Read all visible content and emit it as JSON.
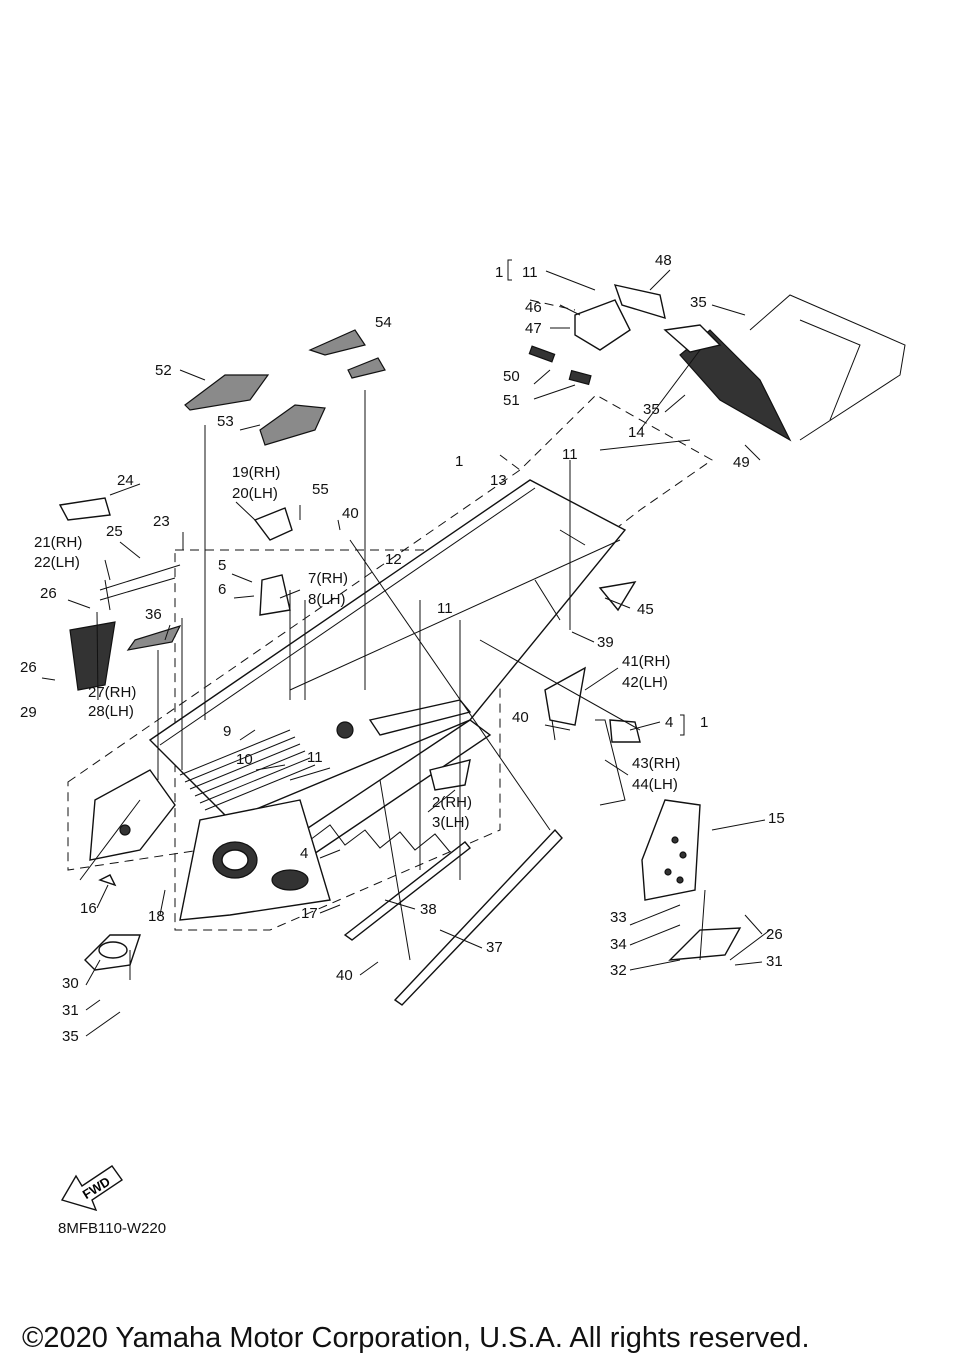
{
  "diagram_code": "8MFB110-W220",
  "copyright": "©2020 Yamaha Motor Corporation, U.S.A. All rights reserved.",
  "fwd_label": "FWD",
  "callouts": {
    "c1": "1",
    "c1b": "1",
    "c1c": "1",
    "c2": "2(RH)",
    "c3": "3(LH)",
    "c4a": "4",
    "c4b": "4",
    "c5": "5",
    "c6": "6",
    "c7": "7(RH)",
    "c8": "8(LH)",
    "c9": "9",
    "c10": "10",
    "c11a": "11",
    "c11b": "11",
    "c11c": "11",
    "c11d": "11",
    "c12": "12",
    "c13": "13",
    "c14": "14",
    "c15": "15",
    "c16": "16",
    "c17": "17",
    "c18": "18",
    "c19": "19(RH)",
    "c20": "20(LH)",
    "c21": "21(RH)",
    "c22": "22(LH)",
    "c23": "23",
    "c24": "24",
    "c25": "25",
    "c26a": "26",
    "c26b": "26",
    "c26c": "26",
    "c27": "27(RH)",
    "c28": "28(LH)",
    "c29": "29",
    "c30": "30",
    "c31a": "31",
    "c31b": "31",
    "c32": "32",
    "c33": "33",
    "c34": "34",
    "c35a": "35",
    "c35b": "35",
    "c35c": "35",
    "c36": "36",
    "c37": "37",
    "c38": "38",
    "c39": "39",
    "c40a": "40",
    "c40b": "40",
    "c40c": "40",
    "c41": "41(RH)",
    "c42": "42(LH)",
    "c43": "43(RH)",
    "c44": "44(LH)",
    "c45": "45",
    "c46": "46",
    "c47": "47",
    "c48": "48",
    "c49": "49",
    "c50": "50",
    "c51": "51",
    "c52": "52",
    "c53": "53",
    "c54": "54",
    "c55": "55"
  }
}
